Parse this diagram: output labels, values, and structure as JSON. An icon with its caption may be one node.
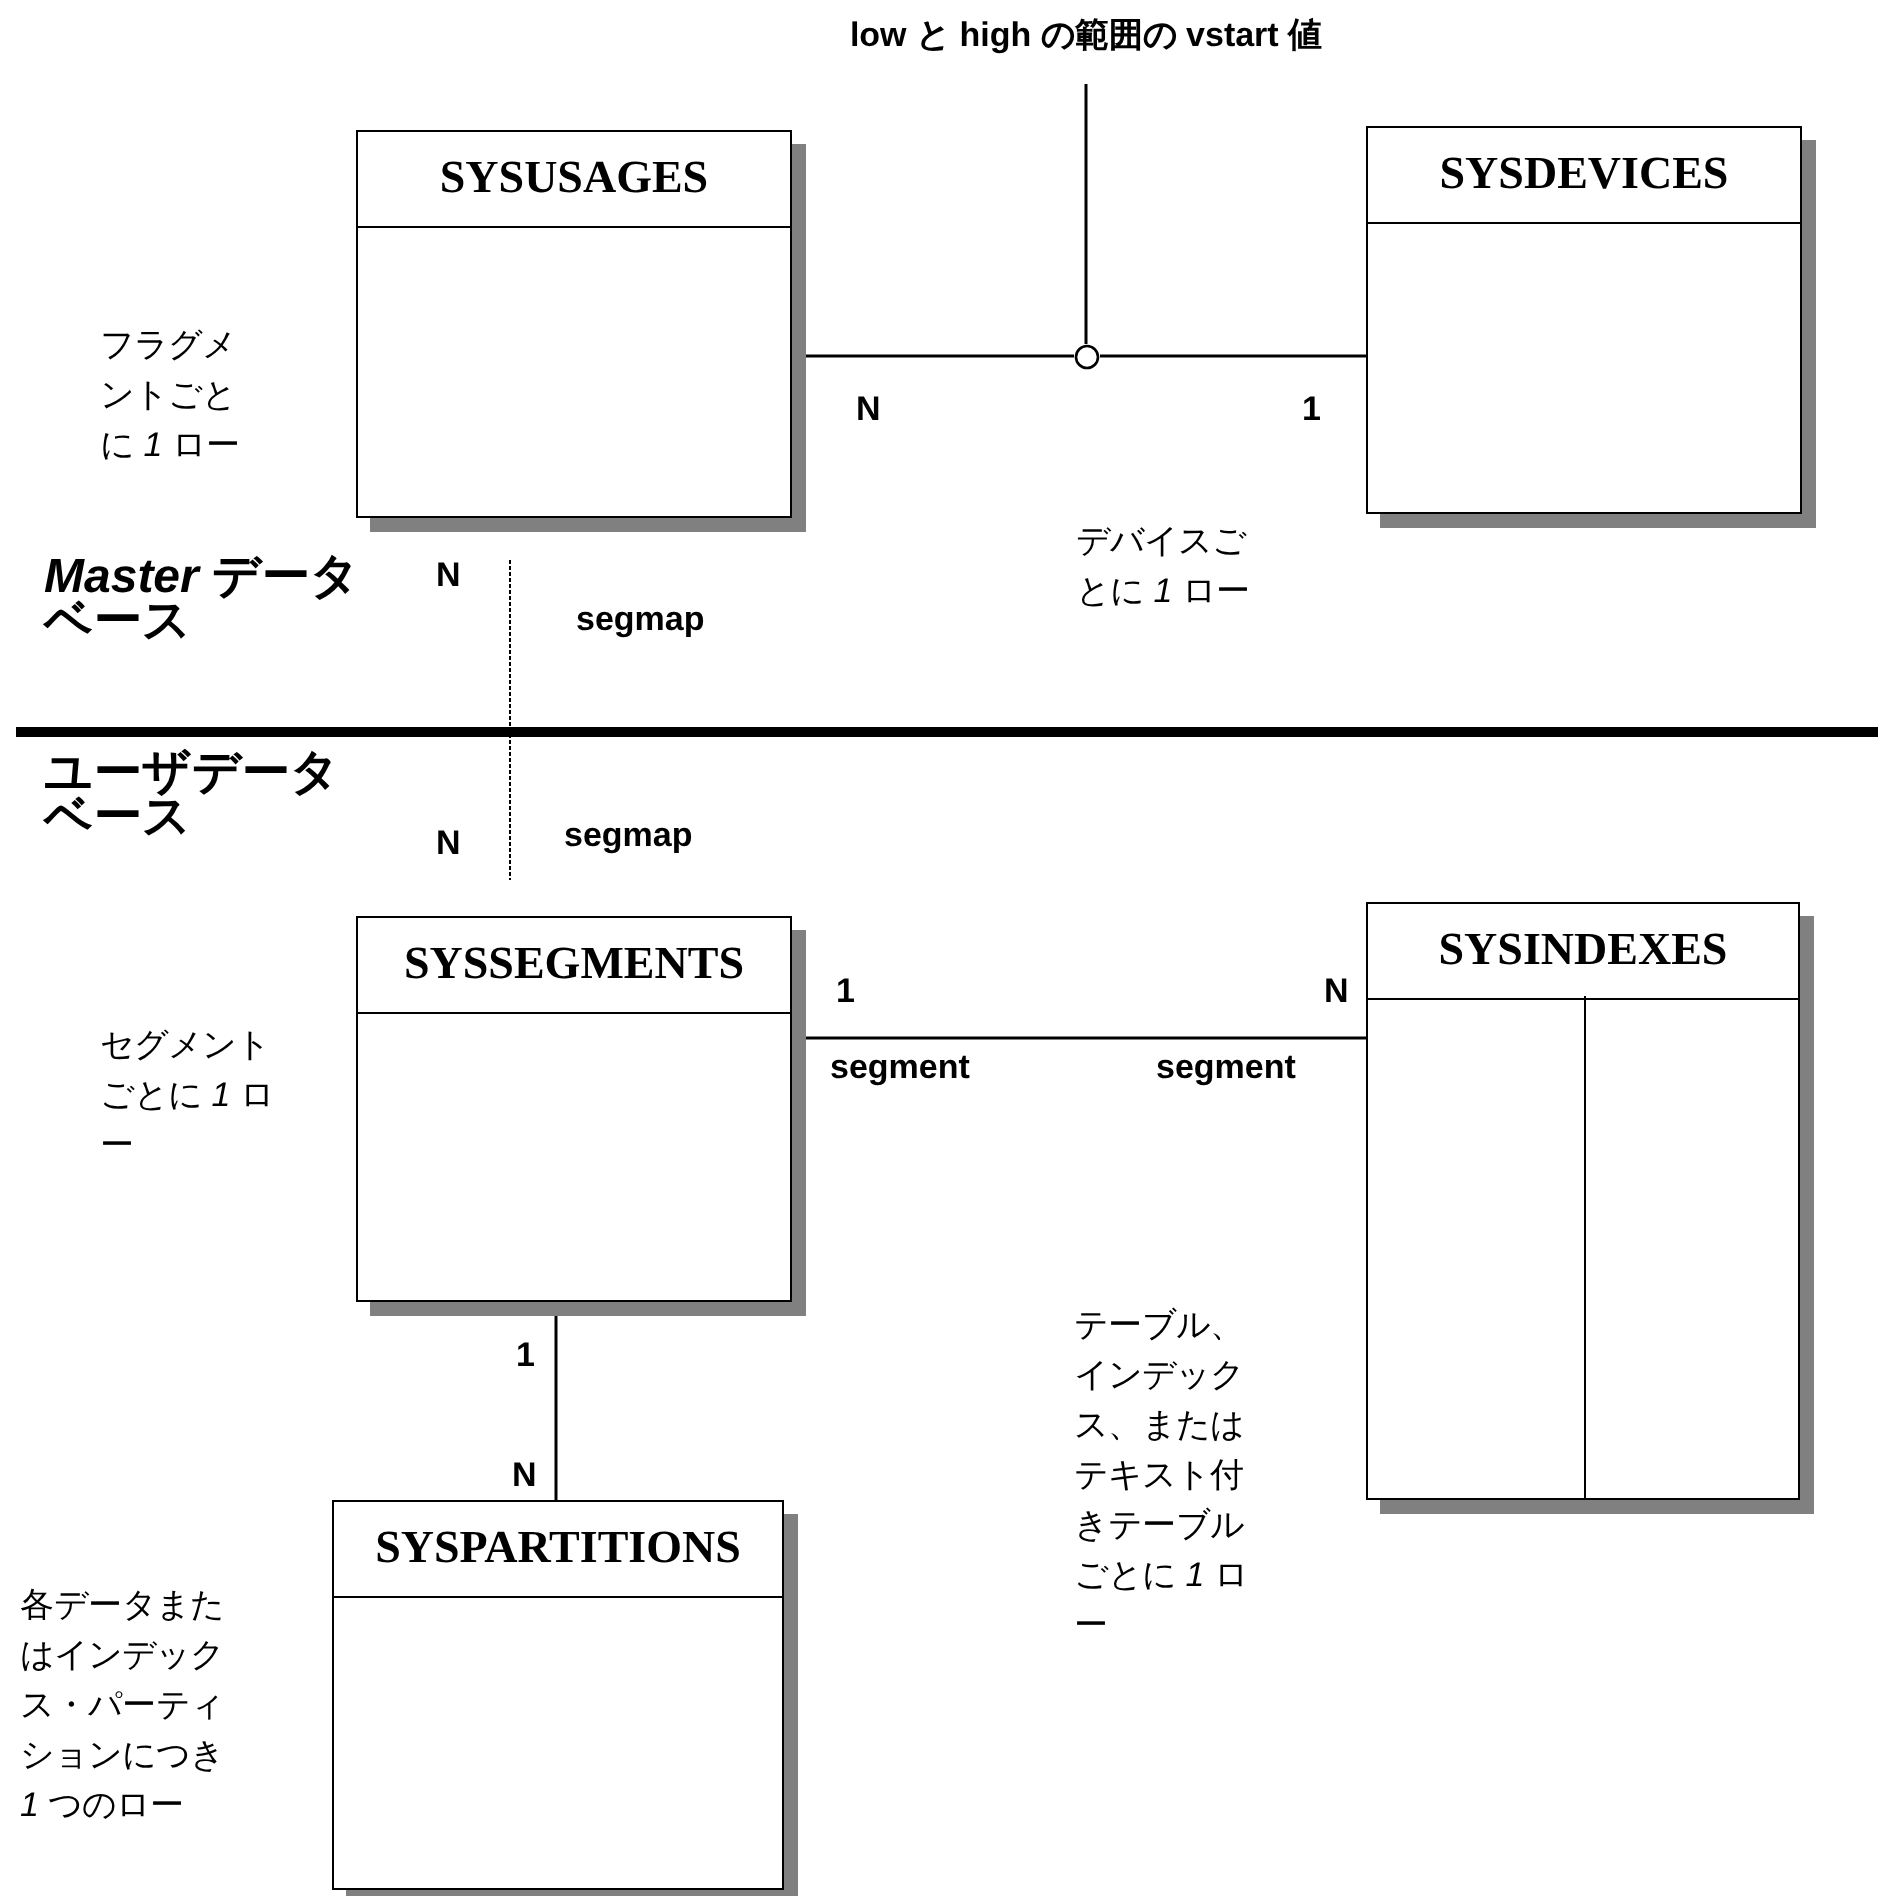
{
  "diagram": {
    "nodes": [
      {
        "text": [
          "SYSUSAGES"
        ],
        "beside": [
          "フラグメントごとに *1* ロー"
        ]
      },
      {
        "text": [
          "SYSDEVICES"
        ],
        "beside": [
          "デバイスごとに *1* ロー"
        ]
      },
      {
        "text": [
          "SYSSEGMENTS"
        ],
        "beside": [
          "セグメントごとに *1* ロー"
        ]
      },
      {
        "text": [
          "SYSINDEXES"
        ],
        "beside": [
          "テーブル、インデックス、またはテキスト付きテーブルごとに *1* ロー"
        ]
      },
      {
        "text": [
          "SYSPARTITIONS"
        ],
        "beside": [
          "各データまたはインデックス・パーティションにつき *1* つのロー"
        ]
      },
      {
        "text": [
          "low と high の範囲の vstart 値"
        ]
      },
      {
        "text": [],
        "shape": "circle"
      }
    ],
    "edges": [
      {
        "from": 0,
        "to": 6,
        "arrow": "none"
      },
      {
        "from": 6,
        "to": 1,
        "arrow": "none"
      },
      {
        "from": 5,
        "to": 6,
        "arrow": "none"
      },
      {
        "from": 2,
        "to": 3,
        "arrow": "none"
      },
      {
        "from": 2,
        "to": 4,
        "arrow": "none"
      }
    ],
    "labels": [
      "N",
      "1",
      "*Master* データベース",
      "N",
      "segmap",
      "ユーザデータベース",
      "N",
      "segmap",
      "1",
      "N",
      "segment",
      "segment",
      "1",
      "N"
    ]
  }
}
